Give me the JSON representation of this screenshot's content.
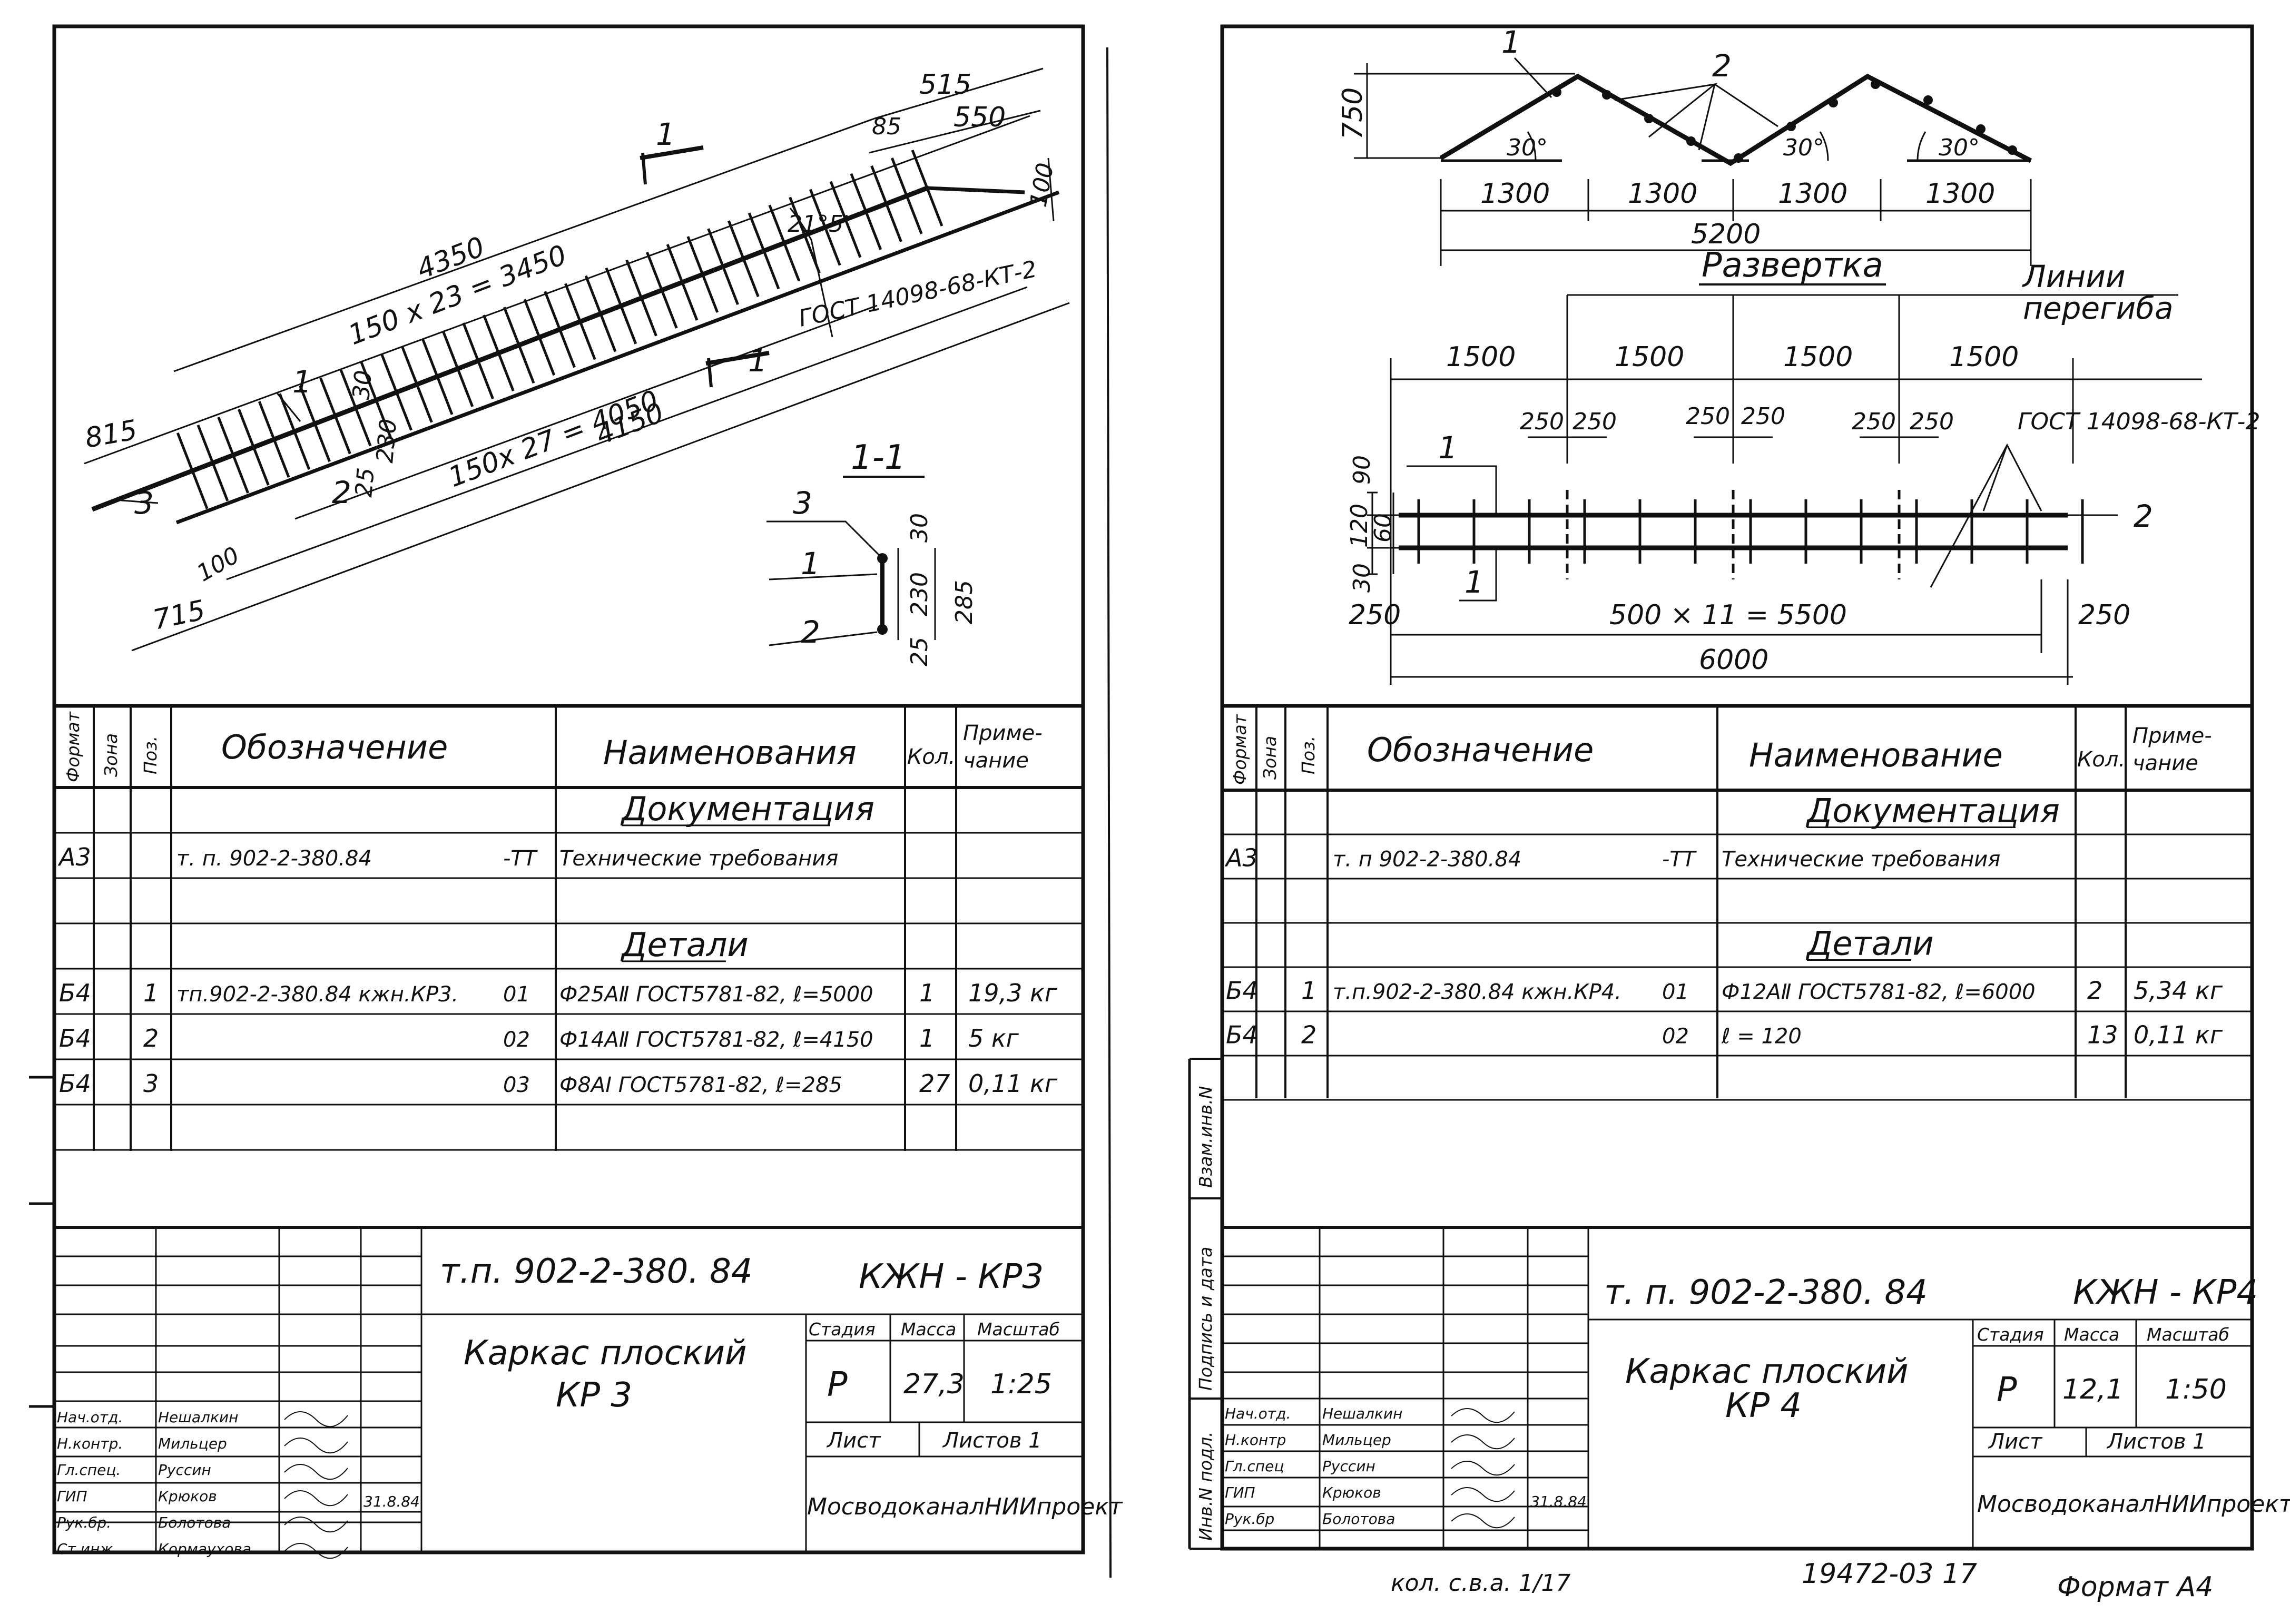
{
  "left": {
    "drawing": {
      "dims": {
        "d515": "515",
        "d550": "550",
        "d85": "85",
        "d100r": "100",
        "d4350": "4350",
        "d150x23": "150 х 23 = 3450",
        "d150x27": "150х 27 = 4050",
        "d4150": "4150",
        "d815": "815",
        "d715": "715",
        "d100l": "100",
        "d30": "30",
        "d25": "25",
        "d230": "230",
        "angle": "21°5'",
        "gost": "ГОСТ 14098-68-КТ-2"
      },
      "labels": {
        "p1a": "1",
        "p1b": "1",
        "p1c": "1",
        "p2": "2",
        "p3": "3"
      }
    },
    "section": {
      "title": "1-1",
      "p3": "3",
      "p1": "1",
      "p2": "2",
      "d30": "30",
      "d230": "230",
      "d25": "25",
      "d285": "285"
    },
    "spec": {
      "headers": {
        "format": "Формат",
        "zone": "Зона",
        "pos": "Поз.",
        "designation": "Обозначение",
        "name": "Наименования",
        "qty": "Кол.",
        "note": "Приме-\nчание"
      },
      "rows": [
        {
          "format": "",
          "pos": "",
          "designation": "",
          "suffix": "",
          "name": "Документация",
          "qty": "",
          "note": "",
          "heading": true
        },
        {
          "format": "А3",
          "pos": "",
          "designation": "т. п. 902-2-380.84",
          "suffix": "-ТТ",
          "name": "Технические требования",
          "qty": "",
          "note": ""
        },
        {
          "format": "",
          "pos": "",
          "designation": "",
          "suffix": "",
          "name": "",
          "qty": "",
          "note": ""
        },
        {
          "format": "",
          "pos": "",
          "designation": "",
          "suffix": "",
          "name": "Детали",
          "qty": "",
          "note": "",
          "heading": true
        },
        {
          "format": "Б4",
          "pos": "1",
          "designation": "тп.902-2-380.84 кжн.КР3.",
          "suffix": "01",
          "name": "Ф25АⅡ ГОСТ5781-82, ℓ=5000",
          "qty": "1",
          "note": "19,3 кг"
        },
        {
          "format": "Б4",
          "pos": "2",
          "designation": "",
          "suffix": "02",
          "name": "Ф14АⅡ ГОСТ5781-82, ℓ=4150",
          "qty": "1",
          "note": "5 кг"
        },
        {
          "format": "Б4",
          "pos": "3",
          "designation": "",
          "suffix": "03",
          "name": "Ф8АⅠ ГОСТ5781-82, ℓ=285",
          "qty": "27",
          "note": "0,11 кг"
        },
        {
          "format": "",
          "pos": "",
          "designation": "",
          "suffix": "",
          "name": "",
          "qty": "",
          "note": ""
        }
      ]
    },
    "titleblock": {
      "doc": "т.п. 902-2-380. 84",
      "code": "КЖН - КР3",
      "title1": "Каркас плоский",
      "title2": "КР 3",
      "stage_label": "Стадия",
      "mass_label": "Масса",
      "scale_label": "Масштаб",
      "stage": "Р",
      "mass": "27,3",
      "scale": "1:25",
      "sheet_label": "Лист",
      "sheets_label": "Листов 1",
      "org": "МосводоканалНИИпроект",
      "roles": [
        "Нач.отд.",
        "Н.контр.",
        "Гл.спец.",
        "ГИП",
        "Рук.бр.",
        "Ст.инж."
      ],
      "names": [
        "Нешалкин",
        "Мильцер",
        "Руссин",
        "Крюков",
        "Болотова",
        "Кормаухова"
      ],
      "date": "31.8.84"
    }
  },
  "right": {
    "drawing": {
      "d750": "750",
      "angles": [
        "30°",
        "30°",
        "30°"
      ],
      "p1": "1",
      "p2": "2",
      "seg": [
        "1300",
        "1300",
        "1300",
        "1300"
      ],
      "total_top": "5200",
      "razv": "Развертка",
      "fold1": "Линии",
      "fold2": "перегиба",
      "seg2": [
        "1500",
        "1500",
        "1500",
        "1500"
      ],
      "d250": [
        "250",
        "250",
        "250",
        "250",
        "250",
        "250"
      ],
      "gost": "ГОСТ 14098-68-КТ-2",
      "v90": "90",
      "v60": "60",
      "v120": "120",
      "v30": "30",
      "p1a": "1",
      "p1b": "1",
      "p2b": "2",
      "d250l": "250",
      "d500": "500 × 11 = 5500",
      "d250r": "250",
      "d6000": "6000"
    },
    "spec": {
      "headers": {
        "format": "Формат",
        "zone": "Зона",
        "pos": "Поз.",
        "designation": "Обозначение",
        "name": "Наименование",
        "qty": "Кол.",
        "note": "Приме-\nчание"
      },
      "rows": [
        {
          "format": "",
          "pos": "",
          "designation": "",
          "suffix": "",
          "name": "Документация",
          "qty": "",
          "note": "",
          "heading": true
        },
        {
          "format": "А3",
          "pos": "",
          "designation": "т. п 902-2-380.84",
          "suffix": "-ТТ",
          "name": "Технические требования",
          "qty": "",
          "note": ""
        },
        {
          "format": "",
          "pos": "",
          "designation": "",
          "suffix": "",
          "name": "",
          "qty": "",
          "note": ""
        },
        {
          "format": "",
          "pos": "",
          "designation": "",
          "suffix": "",
          "name": "Детали",
          "qty": "",
          "note": "",
          "heading": true
        },
        {
          "format": "Б4",
          "pos": "1",
          "designation": "т.п.902-2-380.84 кжн.КР4.",
          "suffix": "01",
          "name": "Ф12АⅡ ГОСТ5781-82, ℓ=6000",
          "qty": "2",
          "note": "5,34 кг"
        },
        {
          "format": "Б4",
          "pos": "2",
          "designation": "",
          "suffix": "02",
          "name": "ℓ = 120",
          "qty": "13",
          "note": "0,11 кг"
        },
        {
          "format": "",
          "pos": "",
          "designation": "",
          "suffix": "",
          "name": "",
          "qty": "",
          "note": ""
        }
      ]
    },
    "titleblock": {
      "doc": "т. п. 902-2-380. 84",
      "code": "КЖН - КР4",
      "title1": "Каркас плоский",
      "title2": "КР 4",
      "stage_label": "Стадия",
      "mass_label": "Масса",
      "scale_label": "Масштаб",
      "stage": "Р",
      "mass": "12,1",
      "scale": "1:50",
      "sheet_label": "Лист",
      "sheets_label": "Листов 1",
      "org": "МосводоканалНИИпроект",
      "roles": [
        "Нач.отд.",
        "Н.контр",
        "Гл.спец",
        "ГИП",
        "Рук.бр"
      ],
      "names": [
        "Нешалкин",
        "Мильцер",
        "Руссин",
        "Крюков",
        "Болотова"
      ],
      "date": "31.8.84"
    },
    "margin": [
      "Взам.инв.N",
      "Подпись и дата",
      "Инв.N подл."
    ]
  },
  "footer": {
    "copy": "кол. с.в.а. 1/17",
    "number": "19472-03 17",
    "format": "Формат А4"
  }
}
